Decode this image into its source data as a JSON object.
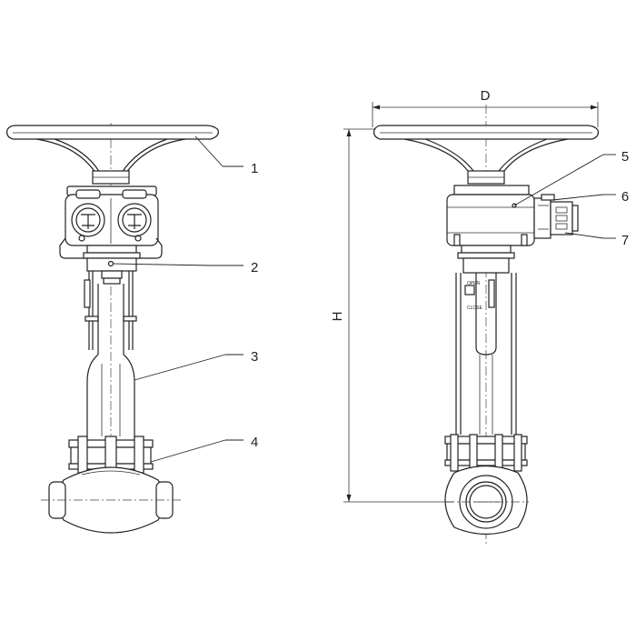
{
  "dimensions": {
    "diameter_label": "D",
    "height_label": "H"
  },
  "callouts": [
    {
      "number": "1"
    },
    {
      "number": "2"
    },
    {
      "number": "3"
    },
    {
      "number": "4"
    },
    {
      "number": "5"
    },
    {
      "number": "6"
    },
    {
      "number": "7"
    }
  ],
  "indicator_plate": {
    "open_label": "OPEN",
    "close_label": "CLOSE"
  }
}
